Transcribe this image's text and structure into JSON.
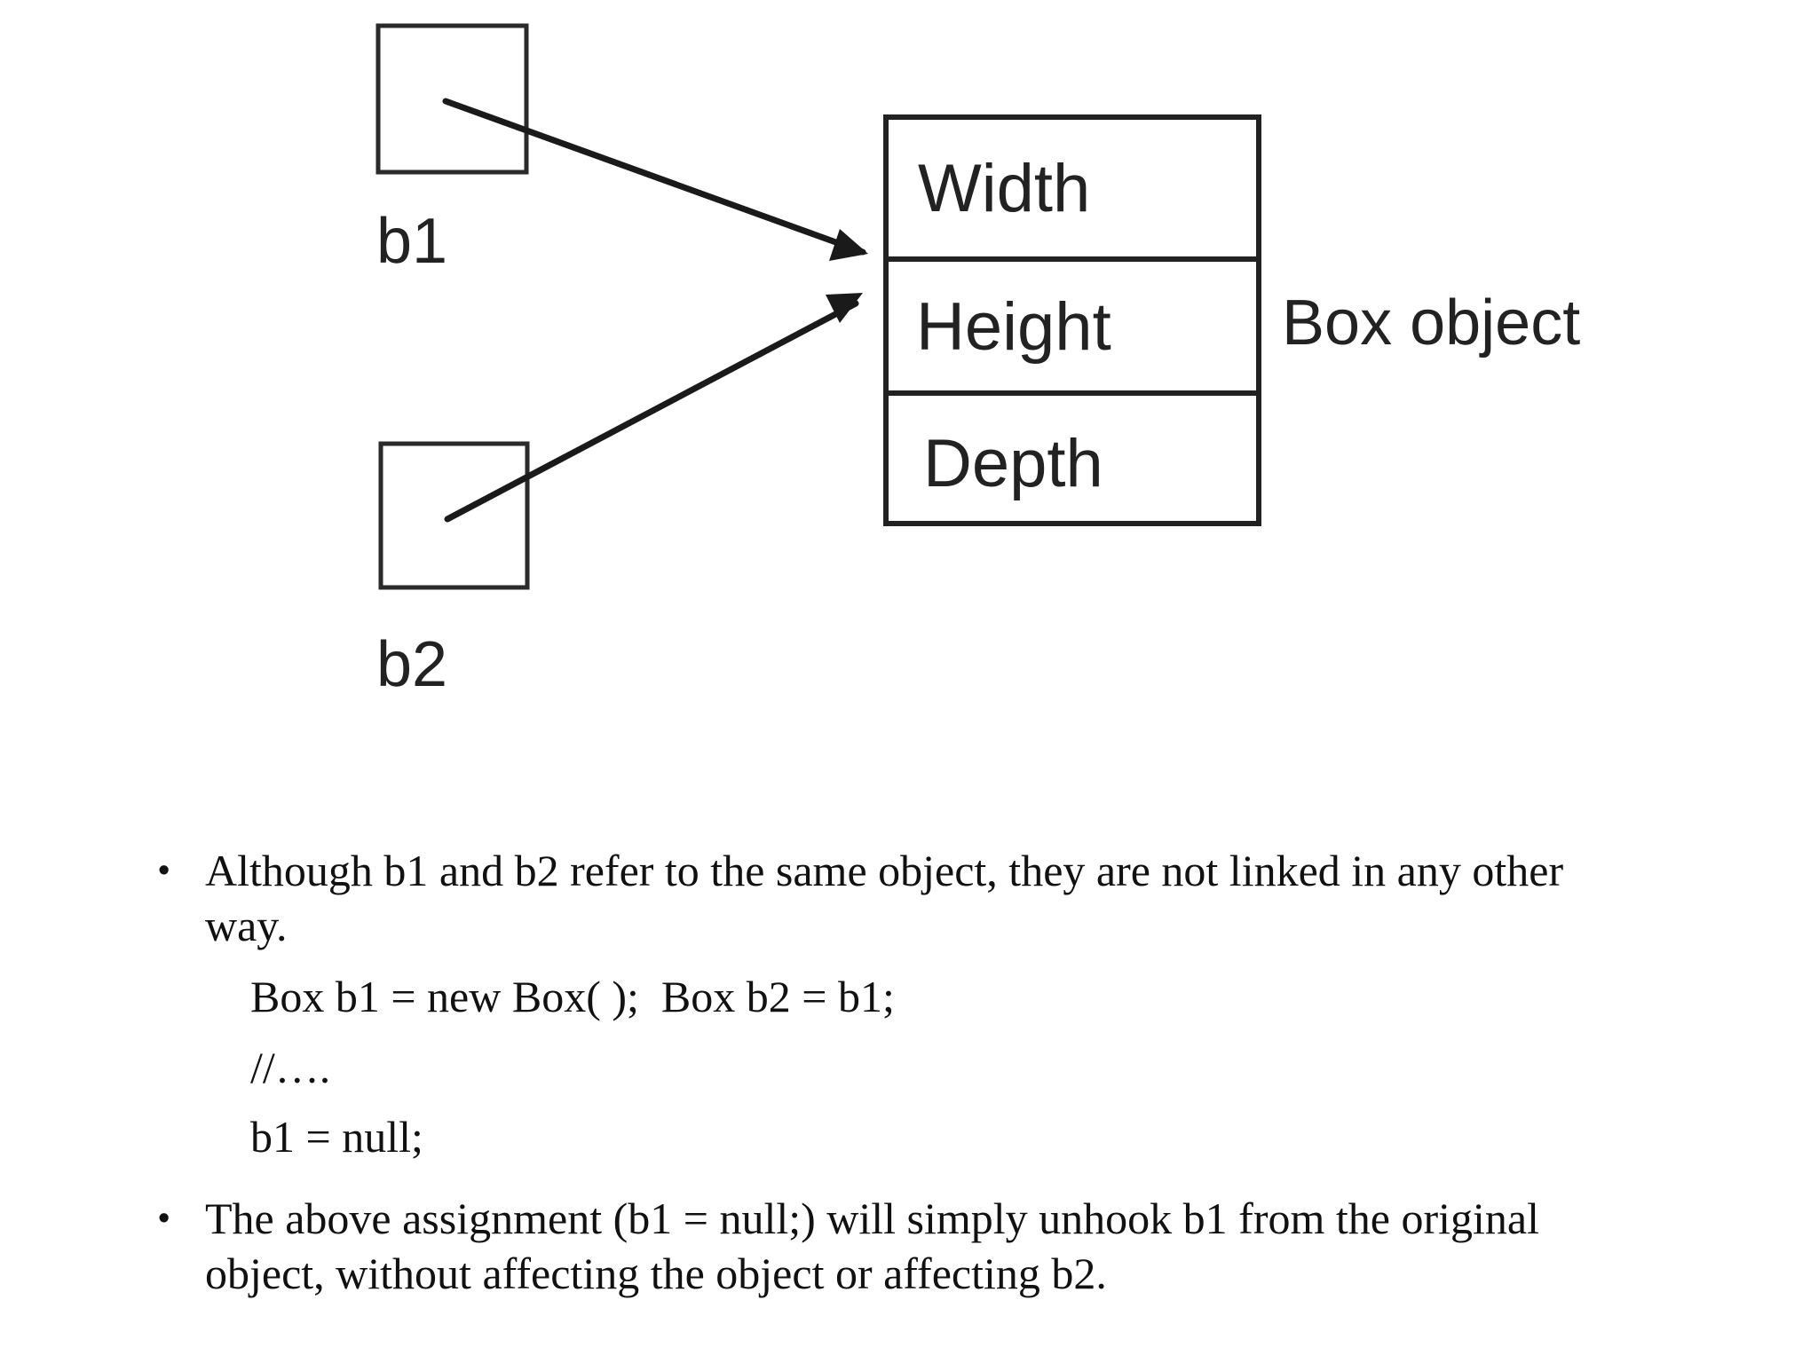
{
  "diagram": {
    "references": [
      {
        "label": "b1"
      },
      {
        "label": "b2"
      }
    ],
    "object": {
      "fields": [
        "Width",
        "Height",
        "Depth"
      ],
      "label": "Box object"
    }
  },
  "bullets": [
    {
      "text": "Although b1 and b2 refer to the same object, they are not linked in any other way."
    },
    {
      "text": "The above assignment (b1 = null;) will simply unhook b1 from the original object,  without affecting the object or affecting b2."
    }
  ],
  "code": [
    "Box b1 = new Box( );  Box b2 = b1;",
    "//….",
    "b1 = null;"
  ],
  "bullet_glyph": "•"
}
